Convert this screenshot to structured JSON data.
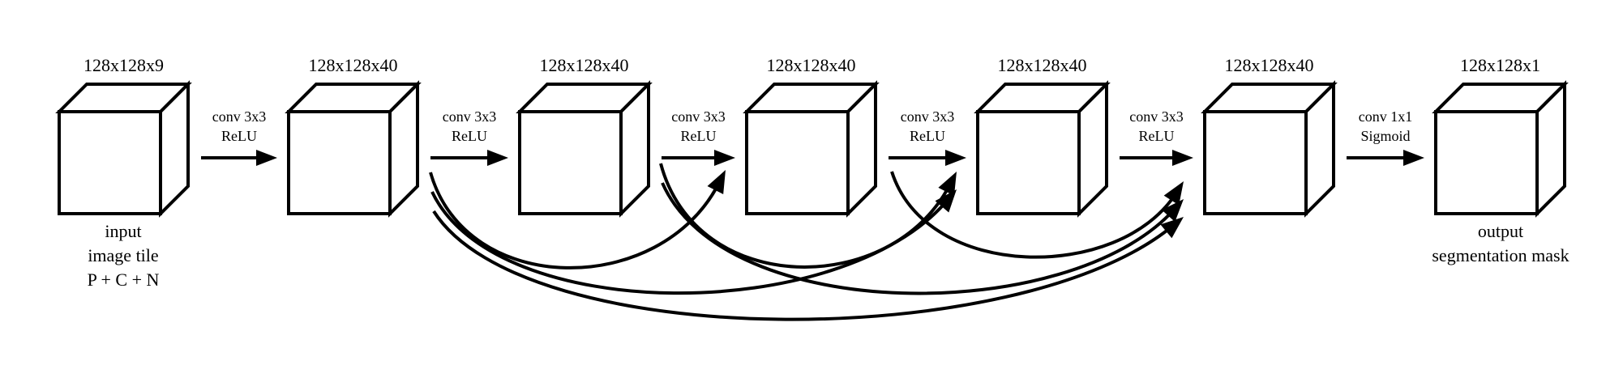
{
  "layers": [
    {
      "dims": "128x128x9"
    },
    {
      "dims": "128x128x40"
    },
    {
      "dims": "128x128x40"
    },
    {
      "dims": "128x128x40"
    },
    {
      "dims": "128x128x40"
    },
    {
      "dims": "128x128x40"
    },
    {
      "dims": "128x128x1"
    }
  ],
  "operations": [
    {
      "line1": "conv 3x3",
      "line2": "ReLU"
    },
    {
      "line1": "conv 3x3",
      "line2": "ReLU"
    },
    {
      "line1": "conv 3x3",
      "line2": "ReLU"
    },
    {
      "line1": "conv 3x3",
      "line2": "ReLU"
    },
    {
      "line1": "conv 3x3",
      "line2": "ReLU"
    },
    {
      "line1": "conv 1x1",
      "line2": "Sigmoid"
    }
  ],
  "input_caption": [
    "input",
    "image tile",
    "P + C + N"
  ],
  "output_caption": [
    "output",
    "segmentation mask"
  ],
  "skip_connections": [
    {
      "from": 1,
      "to": 3
    },
    {
      "from": 1,
      "to": 4
    },
    {
      "from": 1,
      "to": 5
    },
    {
      "from": 2,
      "to": 4
    },
    {
      "from": 2,
      "to": 5
    },
    {
      "from": 3,
      "to": 5
    }
  ]
}
